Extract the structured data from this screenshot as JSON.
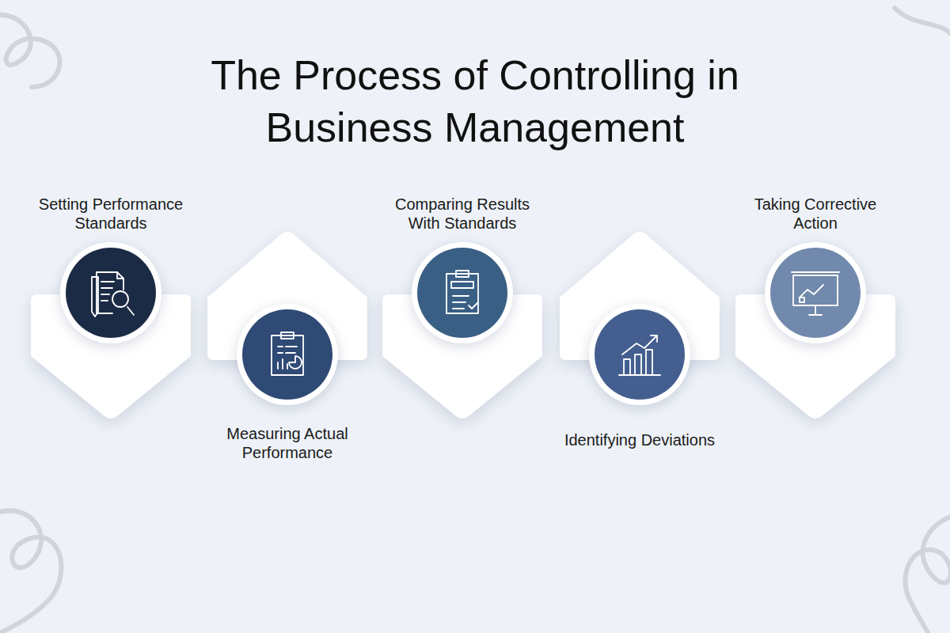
{
  "diagram": {
    "title": "The Process of Controlling in Business Management",
    "nodes": [
      {
        "text": [
          "Setting Performance Standards"
        ]
      },
      {
        "text": [
          "Measuring Actual Performance"
        ]
      },
      {
        "text": [
          "Comparing Results With Standards"
        ]
      },
      {
        "text": [
          "Identifying Deviations"
        ]
      },
      {
        "text": [
          "Taking Corrective Action"
        ]
      }
    ]
  }
}
